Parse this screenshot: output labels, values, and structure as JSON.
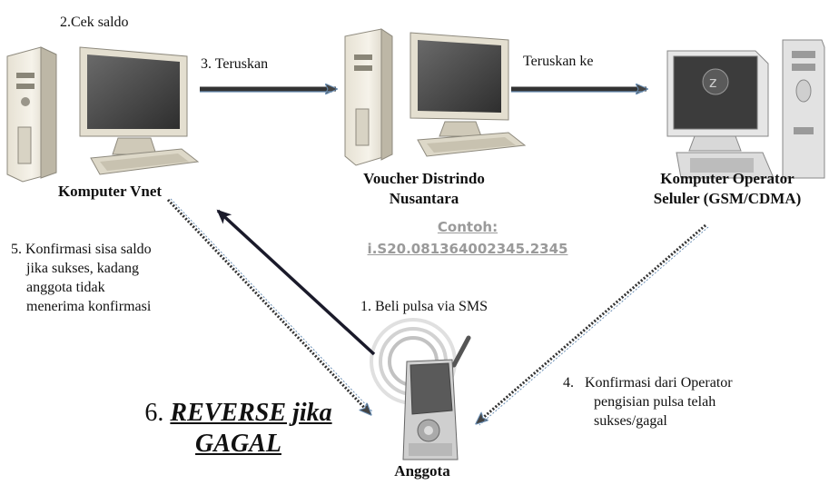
{
  "steps": {
    "cek_saldo": "2.Cek saldo",
    "teruskan": "3. Teruskan",
    "teruskan_ke": "Teruskan ke",
    "beli_pulsa": "1. Beli pulsa via SMS",
    "konfirmasi_saldo": [
      "5. Konfirmasi sisa saldo",
      "jika sukses, kadang",
      "anggota tidak",
      "menerima konfirmasi"
    ],
    "konfirmasi_operator": [
      "4.   Konfirmasi dari Operator",
      "pengisian pulsa telah",
      "sukses/gagal"
    ]
  },
  "nodes": {
    "komputer_vnet": "Komputer Vnet",
    "voucher": [
      "Voucher Distrindo",
      "Nusantara"
    ],
    "operator": [
      "Komputer Operator",
      "Seluler (GSM/CDMA)"
    ],
    "anggota": "Anggota"
  },
  "example": {
    "title": "Contoh:",
    "code": "i.S20.081364002345.2345"
  },
  "reverse": {
    "number": "6. ",
    "line1": "REVERSE jika",
    "line2": "GAGAL"
  }
}
